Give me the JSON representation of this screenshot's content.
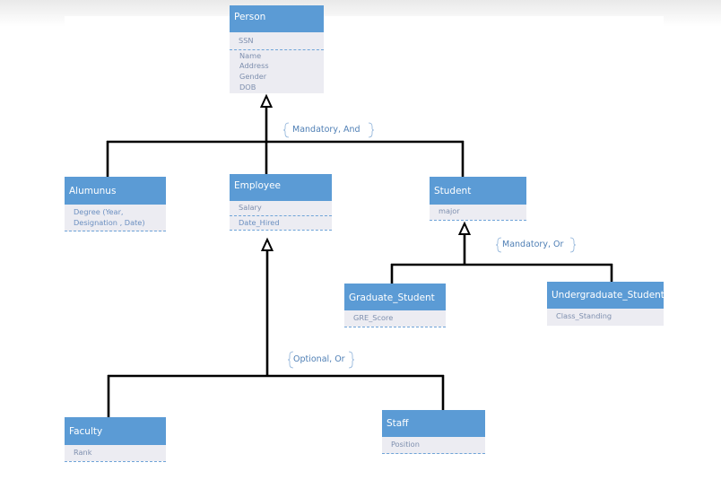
{
  "entities": {
    "person": {
      "title": "Person",
      "key": "SSN",
      "attributes": [
        "Name",
        "Address",
        "Gender",
        "DOB"
      ]
    },
    "alumunus": {
      "title": "Alumunus",
      "attributes": [
        "Degree (Year,",
        "Designation , Date)"
      ]
    },
    "employee": {
      "title": "Employee",
      "attributes": [
        "Salary",
        "Date_Hired"
      ]
    },
    "student": {
      "title": "Student",
      "attributes": [
        "major"
      ]
    },
    "graduate_student": {
      "title": "Graduate_Student",
      "attributes": [
        "GRE_Score"
      ]
    },
    "undergraduate_student": {
      "title": "Undergraduate_Student",
      "attributes": [
        "Class_Standing"
      ]
    },
    "faculty": {
      "title": "Faculty",
      "attributes": [
        "Rank"
      ]
    },
    "staff": {
      "title": "Staff",
      "attributes": [
        "Position"
      ]
    }
  },
  "constraints": {
    "person_subtypes": "Mandatory, And",
    "student_subtypes": "Mandatory, Or",
    "employee_subtypes": "Optional, Or"
  },
  "colors": {
    "header": "#5b9bd5",
    "body": "#ececf2",
    "attribute_text": "#7e8fae",
    "constraint_text": "#4f7fb5",
    "line": "#000000"
  }
}
